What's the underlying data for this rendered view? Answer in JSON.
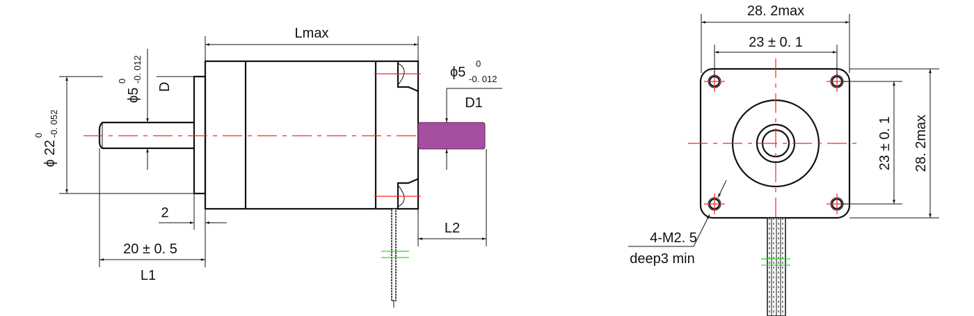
{
  "side_view": {
    "lmax": "Lmax",
    "flange_dia": "ϕ 22",
    "flange_tol_upper": "0",
    "flange_tol_lower": "-0. 052",
    "front_shaft_dia": "ϕ5",
    "front_shaft_tol_upper": "0",
    "front_shaft_tol_lower": "-0. 012",
    "front_shaft_label": "D",
    "flange_thickness": "2",
    "front_shaft_length": "20 ± 0. 5",
    "front_shaft_length_label": "L1",
    "rear_shaft_dia": "ϕ5",
    "rear_shaft_tol_upper": "0",
    "rear_shaft_tol_lower": "-0. 012",
    "rear_shaft_label": "D1",
    "rear_shaft_length_label": "L2",
    "rear_shaft_color": "#a64ea0"
  },
  "front_view": {
    "width_max": "28. 2max",
    "hole_spacing_h": "23 ± 0. 1",
    "hole_spacing_v": "23 ± 0. 1",
    "height_max": "28. 2max",
    "hole_callout": "4-M2. 5",
    "hole_depth": "deep3 min"
  }
}
